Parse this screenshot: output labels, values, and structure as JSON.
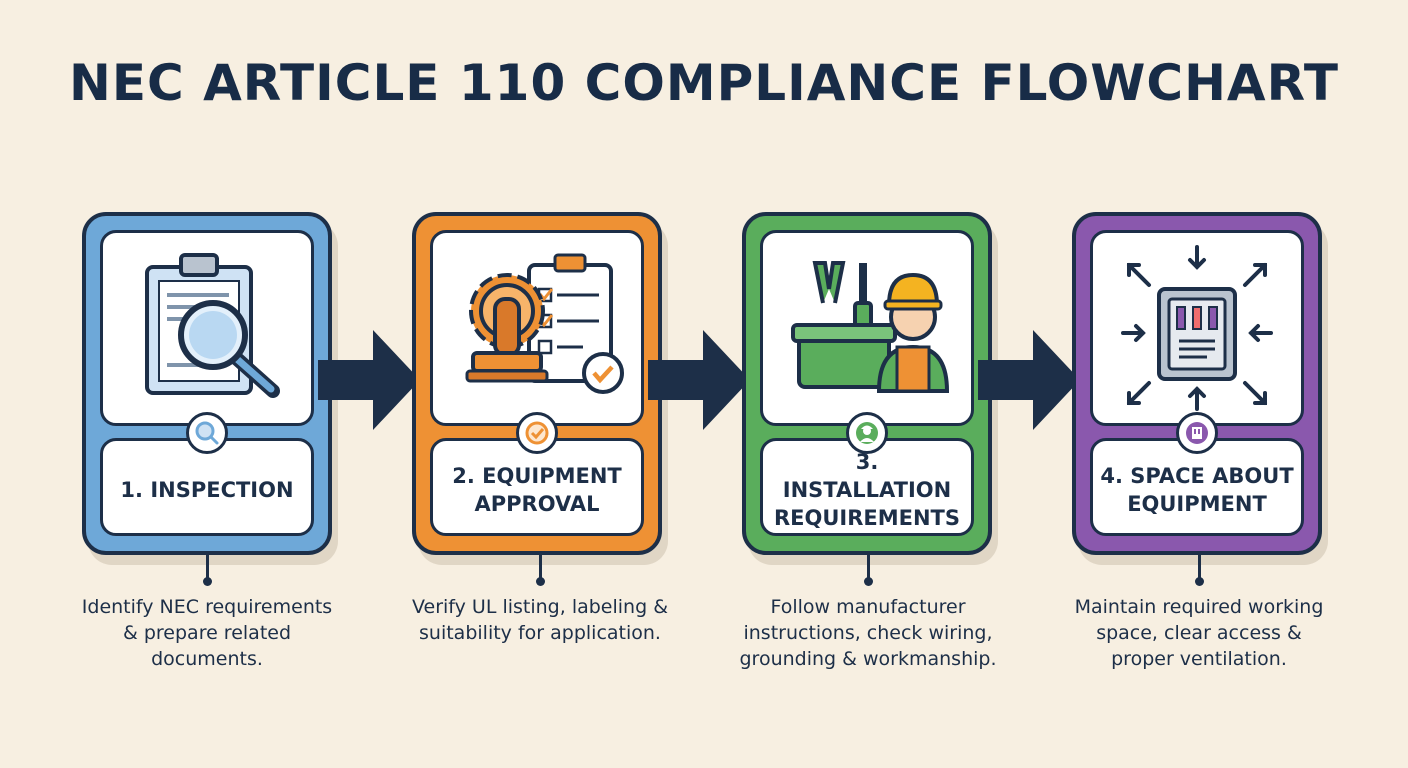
{
  "title": "NEC ARTICLE 110 COMPLIANCE FLOWCHART",
  "colors": {
    "background": "#f7efe1",
    "ink": "#1d2f48"
  },
  "steps": [
    {
      "label": "1. INSPECTION",
      "description": "Identify NEC requirements & prepare related documents.",
      "color": "#6ea8d8",
      "icon": "clipboard-magnifier-icon",
      "badge_icon": "magnifier-icon"
    },
    {
      "label": "2. EQUIPMENT APPROVAL",
      "description": "Verify UL listing, labeling & suitability for application.",
      "color": "#ee9134",
      "icon": "gear-stamp-checklist-icon",
      "badge_icon": "check-circle-icon"
    },
    {
      "label": "3. INSTALLATION REQUIREMENTS",
      "description": "Follow manufacturer instructions, check wiring, grounding & workmanship.",
      "color": "#5aad5c",
      "icon": "worker-toolbox-icon",
      "badge_icon": "worker-icon"
    },
    {
      "label": "4. SPACE ABOUT EQUIPMENT",
      "description": "Maintain required working space, clear access & proper ventilation.",
      "color": "#8a58ad",
      "icon": "panel-clearance-icon",
      "badge_icon": "panel-icon"
    }
  ]
}
